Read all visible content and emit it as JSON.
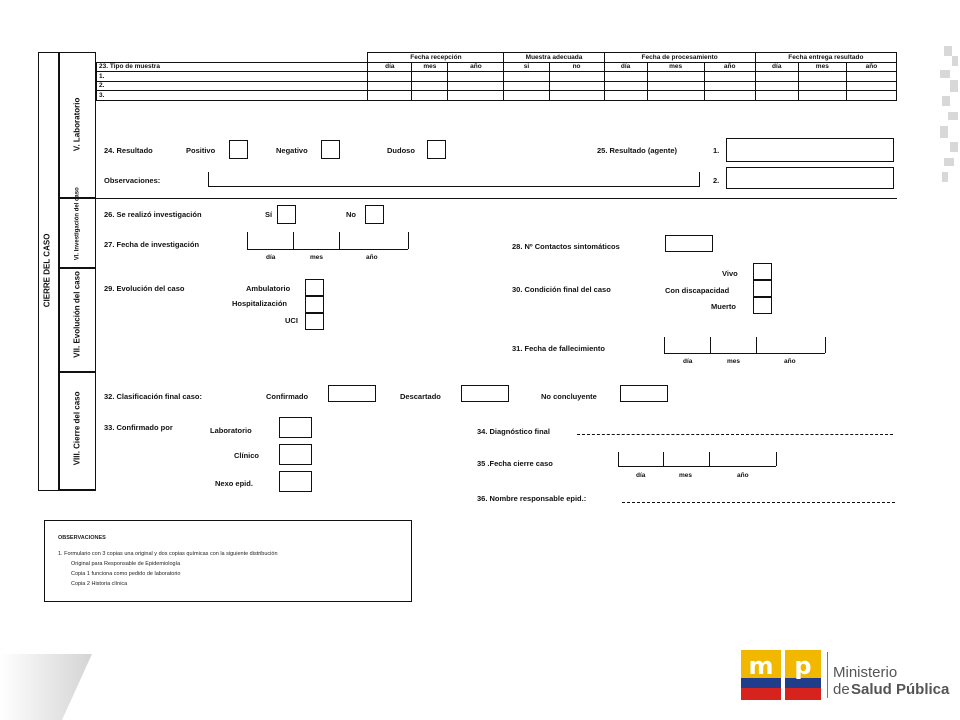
{
  "form": {
    "section_cierre": "CIERRE DEL CASO",
    "section_lab": "V. Laboratorio",
    "section_investigacion": "VI. Investigación del caso",
    "section_evolucion": "VII. Evolución del caso",
    "section_cierre_caso": "VIII. Cierre del caso",
    "lab": {
      "group_headers": [
        "Fecha recepción",
        "Muestra adecuada",
        "Fecha de procesamiento",
        "Fecha entrega resultado"
      ],
      "tipo_label": "23. Tipo de muestra",
      "subheaders": [
        "día",
        "mes",
        "año",
        "si",
        "no",
        "día",
        "mes",
        "año",
        "día",
        "mes",
        "año"
      ],
      "rows": [
        "1.",
        "2.",
        "3."
      ]
    },
    "resultado": {
      "label": "24. Resultado",
      "positivo": "Positivo",
      "negativo": "Negativo",
      "dudoso": "Dudoso",
      "agente_label": "25. Resultado (agente)",
      "agente_1": "1.",
      "agente_2": "2.",
      "observaciones": "Observaciones:"
    },
    "investigacion": {
      "se_realizo": "26. Se realizó investigación",
      "si": "Sí",
      "no": "No",
      "fecha": "27. Fecha de investigación",
      "dia": "día",
      "mes": "mes",
      "anio": "año",
      "contactos": "28. Nº Contactos sintomáticos"
    },
    "evolucion": {
      "label": "29. Evolución del caso",
      "ambulatorio": "Ambulatorio",
      "hospitalizacion": "Hospitalización",
      "uci": "UCI",
      "condicion": "30. Condición final del caso",
      "vivo": "Vivo",
      "discapacidad": "Con discapacidad",
      "muerto": "Muerto",
      "fallecimiento": "31. Fecha de fallecimiento",
      "dia": "día",
      "mes": "mes",
      "anio": "año"
    },
    "cierre": {
      "clasificacion": "32. Clasificación final caso:",
      "confirmado": "Confirmado",
      "descartado": "Descartado",
      "no_concluyente": "No concluyente",
      "confirmado_por": "33. Confirmado por",
      "laboratorio": "Laboratorio",
      "clinico": "Clínico",
      "nexo": "Nexo epid.",
      "diagnostico": "34. Diagnóstico final",
      "fecha_cierre": "35 .Fecha cierre caso",
      "dia": "día",
      "mes": "mes",
      "anio": "año",
      "responsable": "36. Nombre responsable epid.:"
    }
  },
  "observaciones_box": {
    "title": "OBSERVACIONES",
    "lines": [
      "1. Formulario con 3 copias una original y dos copias químicas con la siguiente distribución",
      "Original para Responsable de Epidemiología",
      "Copia 1 funciona como pedido de laboratorio",
      "Copia 2 Historia clínica"
    ]
  },
  "logo": {
    "ministerio": "Ministerio",
    "de": "de",
    "salud": "Salud Pública",
    "colors": [
      "#f2b800",
      "#1f3d8a",
      "#d6231e"
    ]
  }
}
